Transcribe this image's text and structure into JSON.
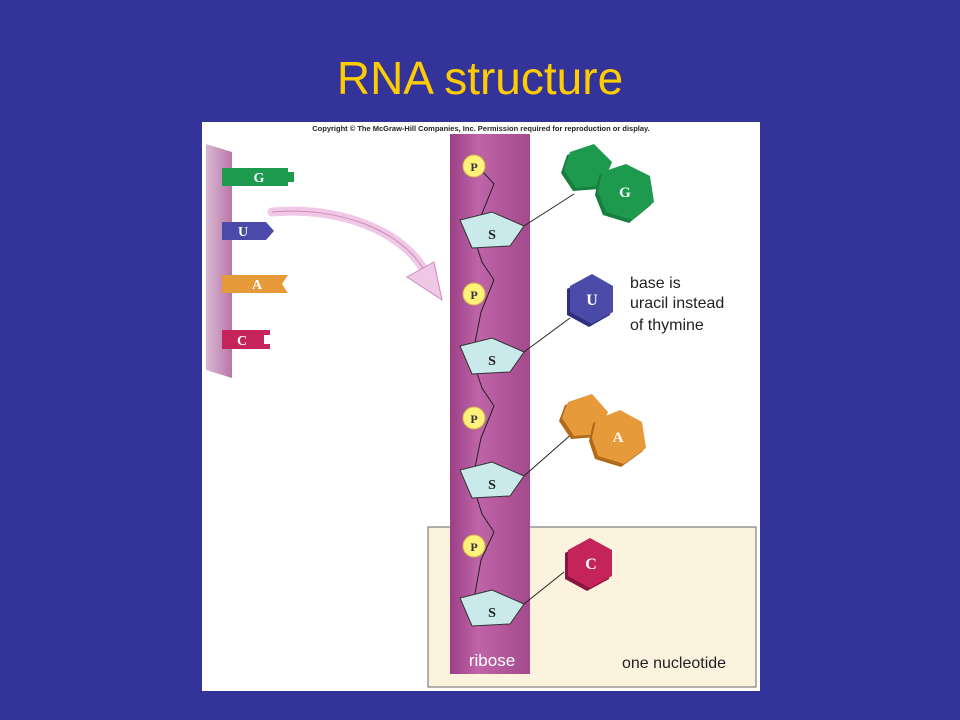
{
  "slide": {
    "title": "RNA structure"
  },
  "figure": {
    "copyright": "Copyright © The McGraw-Hill Companies, Inc. Permission required for reproduction or display.",
    "strand_tabs": [
      {
        "letter": "G",
        "color": "#1e9a4e"
      },
      {
        "letter": "U",
        "color": "#4b4aa8"
      },
      {
        "letter": "A",
        "color": "#e79a3a"
      },
      {
        "letter": "C",
        "color": "#c4245a"
      }
    ],
    "phosphate_label": "P",
    "sugar_label": "S",
    "bases": [
      {
        "letter": "G",
        "shape": "double-ring",
        "color": "#1e9a4e"
      },
      {
        "letter": "U",
        "shape": "single-ring",
        "color": "#4b4aa8"
      },
      {
        "letter": "A",
        "shape": "double-ring",
        "color": "#e79a3a"
      },
      {
        "letter": "C",
        "shape": "single-ring",
        "color": "#c4245a"
      }
    ],
    "base_note": [
      "base is",
      "uracil instead",
      "of thymine"
    ],
    "backbone_label": "ribose",
    "nucleotide_label": "one nucleotide",
    "colors": {
      "backbone": "#b8579e",
      "phosphate": "#fff27a",
      "sugar": "#c9e9ea",
      "highlight_box": "#fcf3df",
      "arrow": "#f0c8e6"
    }
  }
}
